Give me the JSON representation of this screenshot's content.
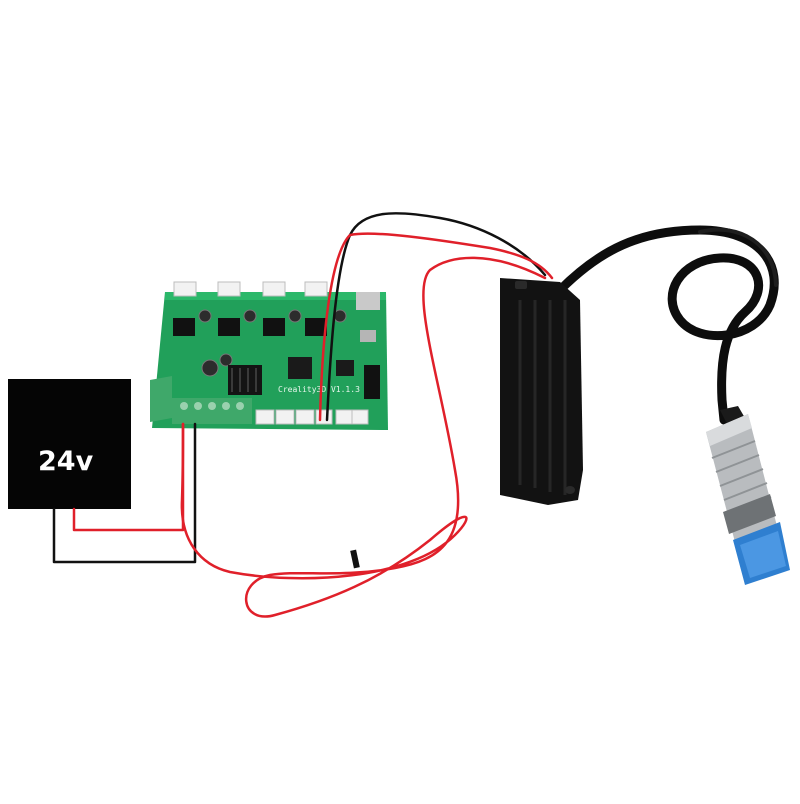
{
  "power_supply": {
    "label": "24v"
  },
  "board": {
    "silkscreen": "Creality3D V1.1.3"
  },
  "colors": {
    "background": "#ffffff",
    "power_supply": "#050505",
    "pcb": "#21a05a",
    "pcb_dark": "#157a40",
    "terminal_block": "#3fa86a",
    "wire_positive": "#e0202a",
    "wire_negative": "#111111",
    "adapter_module": "#121212",
    "sensor_body": "#b9bcbf",
    "sensor_cap": "#2f7fd0",
    "sensor_cable": "#0d0d0d"
  },
  "components": [
    "24v power supply",
    "mainboard",
    "adapter module",
    "inductive proximity sensor"
  ]
}
